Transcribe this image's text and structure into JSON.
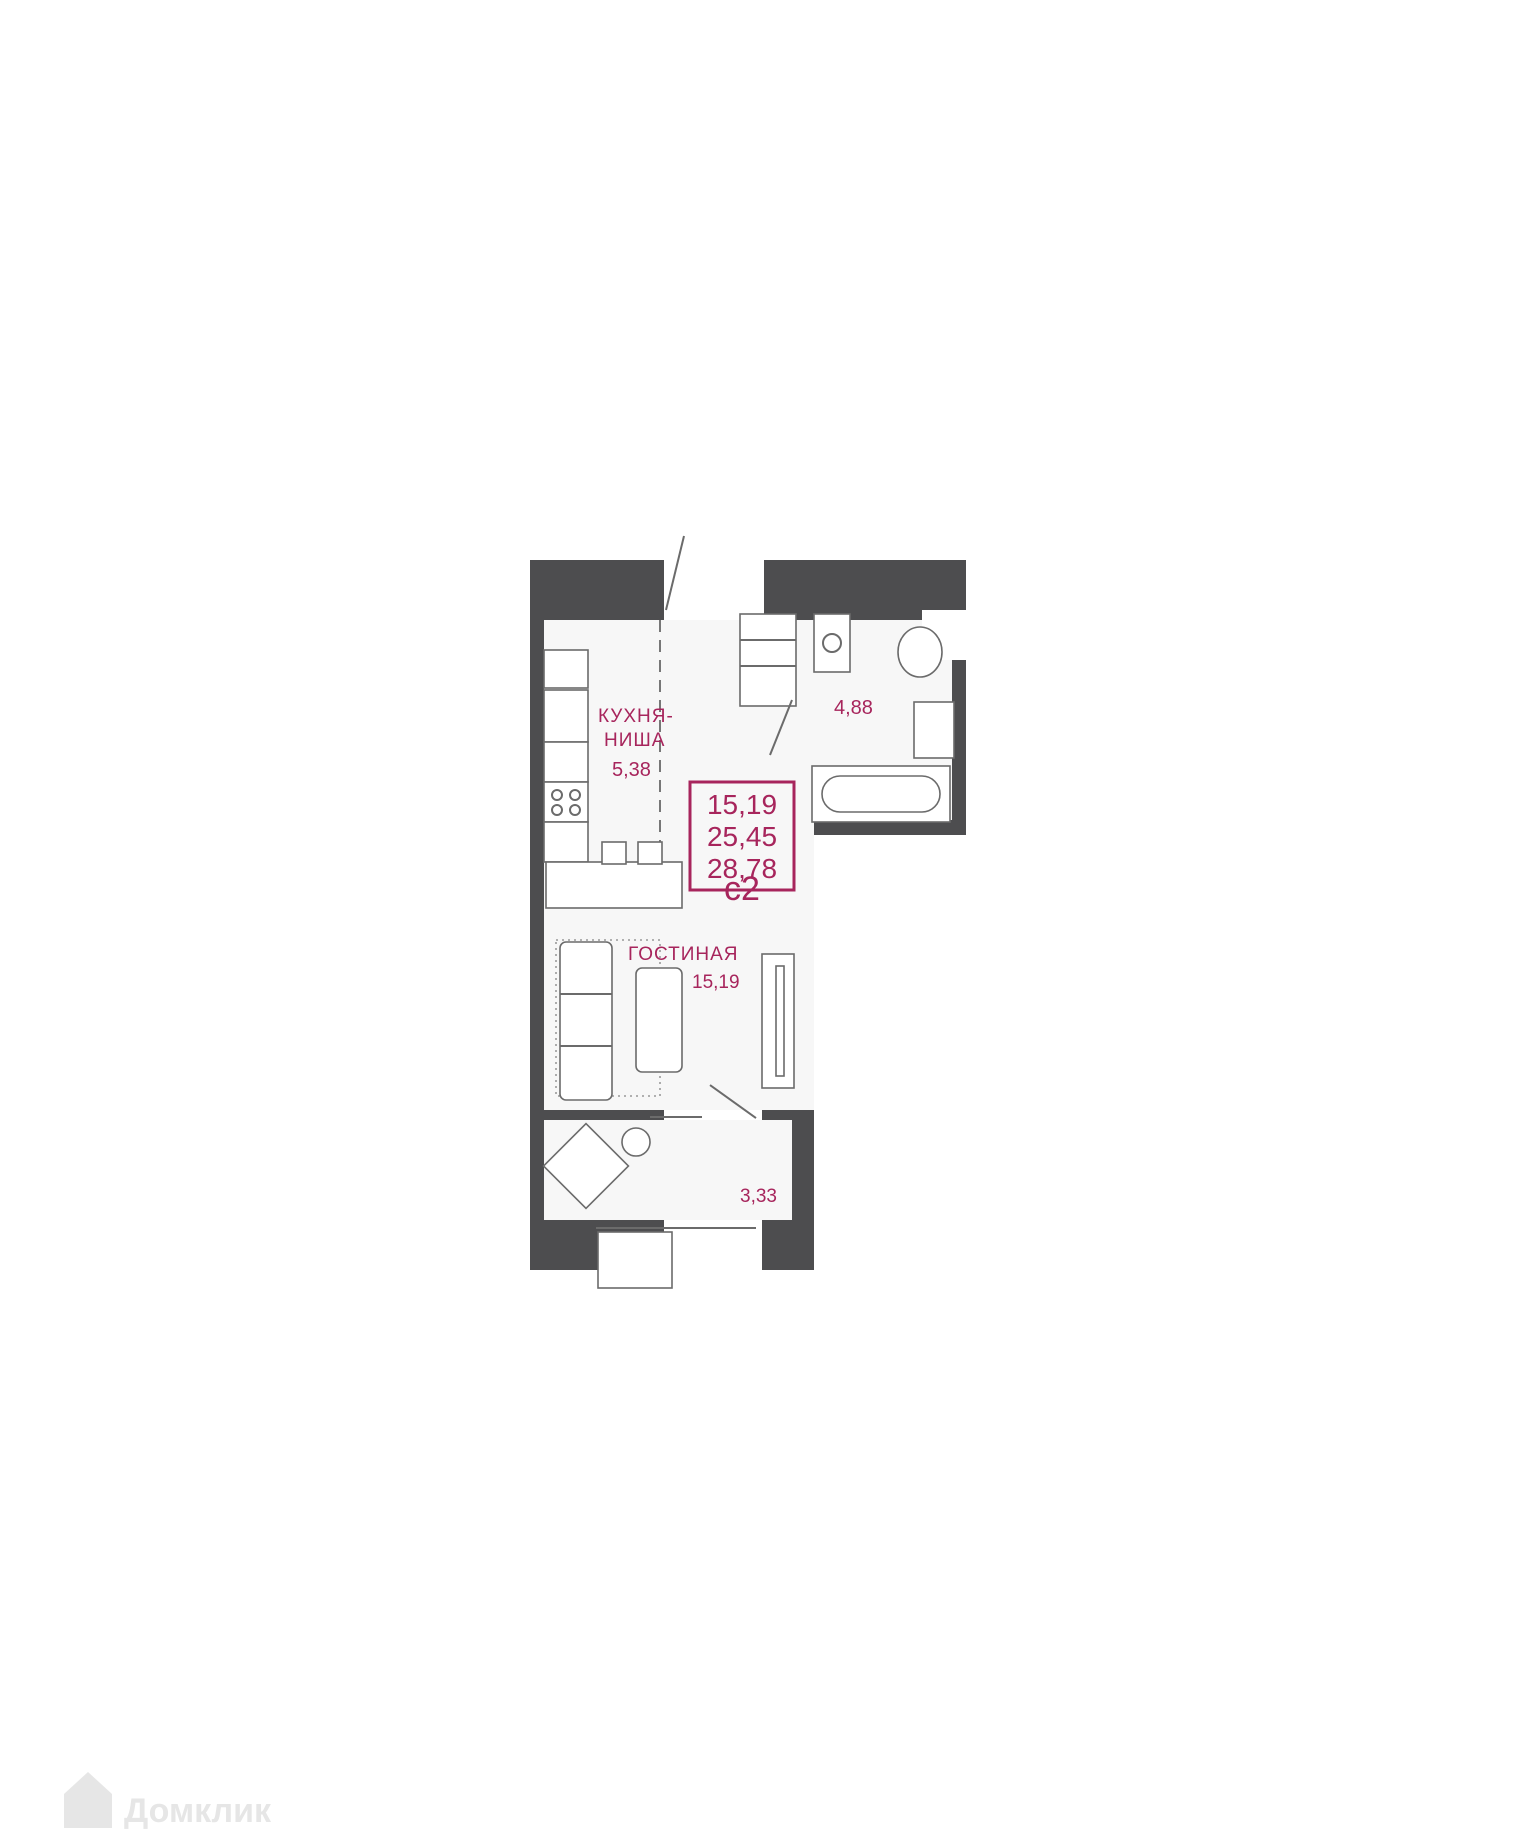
{
  "plan": {
    "apartment_code": "с2",
    "areas_box": [
      "15,19",
      "25,45",
      "28,78"
    ],
    "rooms": {
      "kitchen": {
        "name_line1": "КУХНЯ-",
        "name_line2": "НИША",
        "area": "5,38"
      },
      "bathroom": {
        "area": "4,88"
      },
      "living": {
        "name": "ГОСТИНАЯ",
        "area": "15,19"
      },
      "loggia": {
        "area": "3,33"
      }
    },
    "colors": {
      "accent": "#a7255c",
      "wall": "#4d4d4f",
      "floor": "#f7f7f7",
      "watermark": "#e6e6e6"
    }
  },
  "watermark": {
    "brand": "Домклик",
    "icon": "house-logo-icon"
  }
}
